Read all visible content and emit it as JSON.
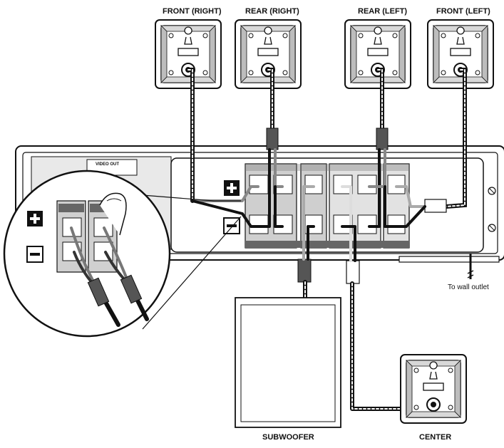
{
  "labels": {
    "front_right": "FRONT (RIGHT)",
    "rear_right": "REAR (RIGHT)",
    "rear_left": "REAR (LEFT)",
    "front_left": "FRONT (LEFT)",
    "subwoofer": "SUBWOOFER",
    "center": "CENTER",
    "wall_outlet": "To wall outlet",
    "video_out": "VIDEO OUT"
  },
  "icons": {
    "plus": "plus-icon",
    "minus": "minus-icon",
    "keyhole": "keyhole-icon"
  },
  "colors": {
    "line": "#111111",
    "panel": "#e6e6e6",
    "terminal": "#c9c9c9",
    "dark": "#555555"
  }
}
